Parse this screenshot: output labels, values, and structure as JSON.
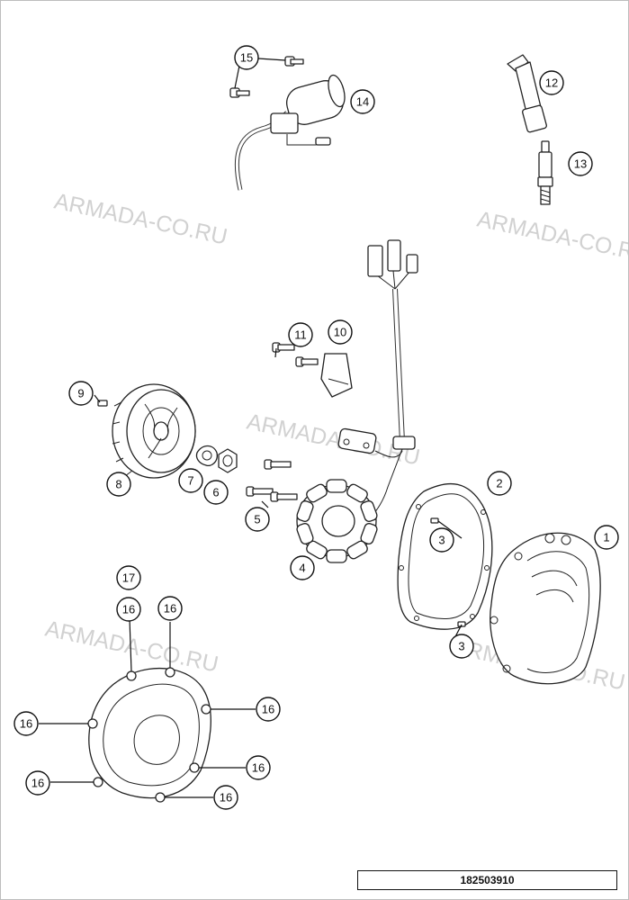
{
  "watermark": "ARMADA-CO.RU",
  "diagram_id": "182503910",
  "callouts": {
    "c1": "1",
    "c2": "2",
    "c3a": "3",
    "c3b": "3",
    "c4": "4",
    "c5": "5",
    "c6": "6",
    "c7": "7",
    "c8": "8",
    "c9": "9",
    "c10": "10",
    "c11": "11",
    "c12": "12",
    "c13": "13",
    "c14": "14",
    "c15": "15",
    "c16a": "16",
    "c16b": "16",
    "c16c": "16",
    "c16d": "16",
    "c16e": "16",
    "c16f": "16",
    "c16g": "16",
    "c17": "17"
  }
}
